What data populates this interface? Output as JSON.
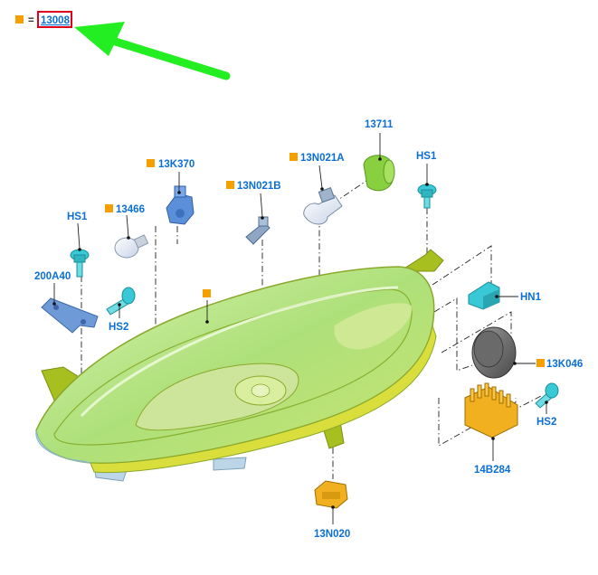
{
  "legend": {
    "equals": "=",
    "ref": "13008"
  },
  "labels": {
    "p13711": "13711",
    "p13k370": "13K370",
    "p13n021a": "13N021A",
    "hs1_top": "HS1",
    "p13n021b": "13N021B",
    "p13466": "13466",
    "hs1_left": "HS1",
    "p200a40": "200A40",
    "hs2_left": "HS2",
    "hn1": "HN1",
    "p13k046": "13K046",
    "hs2_right": "HS2",
    "p14b284": "14B284",
    "p13n020": "13N020"
  },
  "colors": {
    "label_blue": "#0b6fd6",
    "marker_orange": "#f5a000",
    "highlight_red": "#e0001b",
    "arrow_green": "#22ee22",
    "lens_green": "#aee07a",
    "housing_olive": "#a8bf20",
    "cyan_part": "#39c9d6",
    "blue_part": "#5b8fd8",
    "amber_part": "#f0b020"
  },
  "icons": [
    "orange-square-marker",
    "green-arrow",
    "headlamp",
    "bulb",
    "screw",
    "bracket",
    "socket",
    "cap",
    "heatsink"
  ]
}
